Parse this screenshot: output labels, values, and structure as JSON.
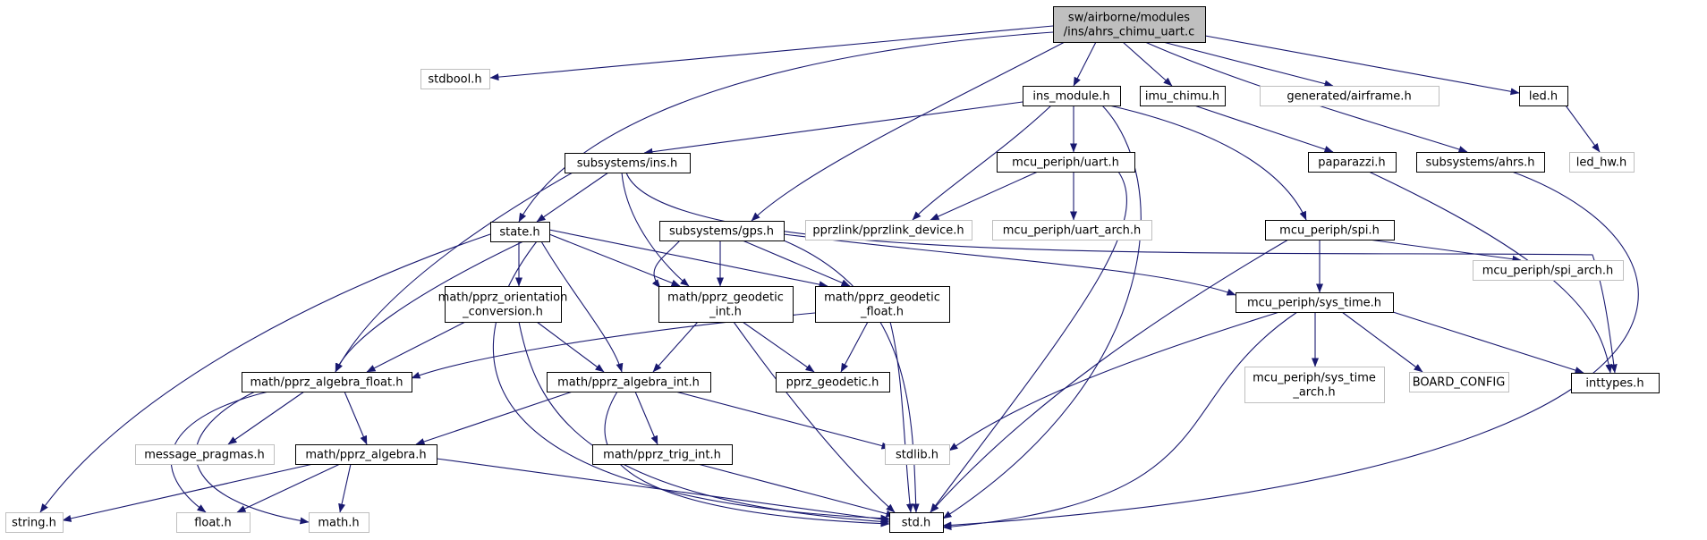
{
  "colors": {
    "edge": "#191970",
    "root_fill": "#bfbfbf",
    "border_documented": "#000000",
    "border_external": "#bfbfbf",
    "background": "#ffffff"
  },
  "nodes": {
    "root": {
      "lines": [
        "sw/airborne/modules",
        "/ins/ahrs_chimu_uart.c"
      ],
      "style": "root"
    },
    "stdbool": {
      "lines": [
        "stdbool.h"
      ],
      "style": "external"
    },
    "ins_module": {
      "lines": [
        "ins_module.h"
      ],
      "style": "documented"
    },
    "imu_chimu": {
      "lines": [
        "imu_chimu.h"
      ],
      "style": "documented"
    },
    "airframe": {
      "lines": [
        "generated/airframe.h"
      ],
      "style": "external"
    },
    "led": {
      "lines": [
        "led.h"
      ],
      "style": "documented"
    },
    "led_hw": {
      "lines": [
        "led_hw.h"
      ],
      "style": "external"
    },
    "subsys_ins": {
      "lines": [
        "subsystems/ins.h"
      ],
      "style": "documented"
    },
    "uart": {
      "lines": [
        "mcu_periph/uart.h"
      ],
      "style": "documented"
    },
    "paparazzi": {
      "lines": [
        "paparazzi.h"
      ],
      "style": "documented"
    },
    "subsys_ahrs": {
      "lines": [
        "subsystems/ahrs.h"
      ],
      "style": "documented"
    },
    "state": {
      "lines": [
        "state.h"
      ],
      "style": "documented"
    },
    "subsys_gps": {
      "lines": [
        "subsystems/gps.h"
      ],
      "style": "documented"
    },
    "pprzlink": {
      "lines": [
        "pprzlink/pprzlink_device.h"
      ],
      "style": "external"
    },
    "uart_arch": {
      "lines": [
        "mcu_periph/uart_arch.h"
      ],
      "style": "external"
    },
    "spi": {
      "lines": [
        "mcu_periph/spi.h"
      ],
      "style": "documented"
    },
    "orient": {
      "lines": [
        "math/pprz_orientation",
        "_conversion.h"
      ],
      "style": "documented"
    },
    "geo_int": {
      "lines": [
        "math/pprz_geodetic",
        "_int.h"
      ],
      "style": "documented"
    },
    "geo_float": {
      "lines": [
        "math/pprz_geodetic",
        "_float.h"
      ],
      "style": "documented"
    },
    "sys_time": {
      "lines": [
        "mcu_periph/sys_time.h"
      ],
      "style": "documented"
    },
    "spi_arch": {
      "lines": [
        "mcu_periph/spi_arch.h"
      ],
      "style": "external"
    },
    "alg_float": {
      "lines": [
        "math/pprz_algebra_float.h"
      ],
      "style": "documented"
    },
    "alg_int": {
      "lines": [
        "math/pprz_algebra_int.h"
      ],
      "style": "documented"
    },
    "pprz_geodetic": {
      "lines": [
        "pprz_geodetic.h"
      ],
      "style": "documented"
    },
    "sys_time_arch": {
      "lines": [
        "mcu_periph/sys_time",
        "_arch.h"
      ],
      "style": "external"
    },
    "board_config": {
      "lines": [
        "BOARD_CONFIG"
      ],
      "style": "external"
    },
    "inttypes": {
      "lines": [
        "inttypes.h"
      ],
      "style": "documented"
    },
    "msg_pragmas": {
      "lines": [
        "message_pragmas.h"
      ],
      "style": "external"
    },
    "alg": {
      "lines": [
        "math/pprz_algebra.h"
      ],
      "style": "documented"
    },
    "trig_int": {
      "lines": [
        "math/pprz_trig_int.h"
      ],
      "style": "documented"
    },
    "stdlib": {
      "lines": [
        "stdlib.h"
      ],
      "style": "external"
    },
    "string": {
      "lines": [
        "string.h"
      ],
      "style": "external"
    },
    "float": {
      "lines": [
        "float.h"
      ],
      "style": "external"
    },
    "math": {
      "lines": [
        "math.h"
      ],
      "style": "external"
    },
    "std": {
      "lines": [
        "std.h"
      ],
      "style": "documented"
    }
  }
}
